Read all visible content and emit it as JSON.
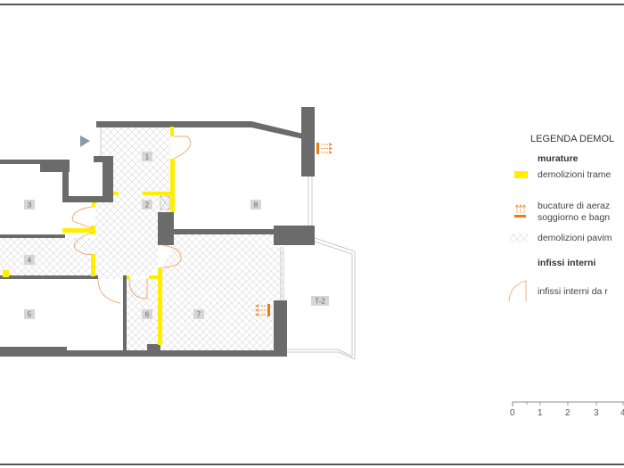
{
  "plan": {
    "rooms": [
      {
        "id": "1",
        "label": "1"
      },
      {
        "id": "2",
        "label": "2"
      },
      {
        "id": "3",
        "label": "3"
      },
      {
        "id": "4",
        "label": "4"
      },
      {
        "id": "5",
        "label": "5"
      },
      {
        "id": "6",
        "label": "6"
      },
      {
        "id": "7",
        "label": "7"
      },
      {
        "id": "8",
        "label": "8"
      },
      {
        "id": "T-2",
        "label": "T-2"
      }
    ],
    "colors": {
      "wall": "#6b6b6b",
      "demolition": "#ffee00",
      "door": "#f0a870",
      "vent": "#f07a10",
      "entry": "#8a9aa8"
    }
  },
  "legend": {
    "title": "LEGENDA DEMOL",
    "section_walls": "murature",
    "item_demolition": "demolizioni trame",
    "item_vents_line1": "bucature di aeraz",
    "item_vents_line2": "soggiorno e bagn",
    "item_floor": "demolizioni pavim",
    "section_frames": "infissi interni",
    "item_frames": "infissi interni da r"
  },
  "scale_bar": {
    "labels": [
      "0",
      "1",
      "2",
      "3",
      "4"
    ]
  }
}
